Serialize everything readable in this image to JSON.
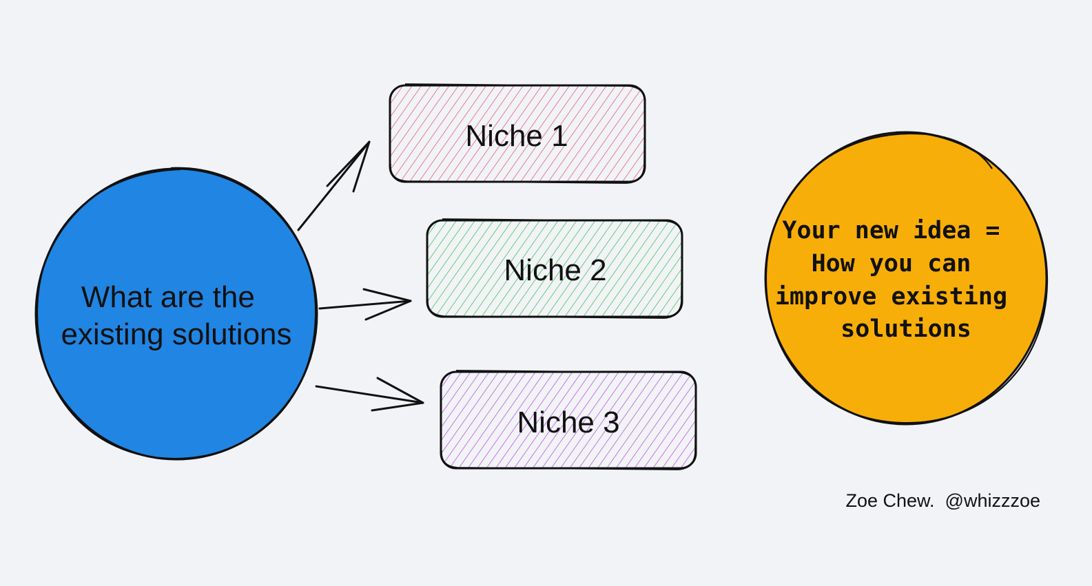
{
  "source_node": {
    "lines": [
      "What are the",
      "existing solutions"
    ],
    "fill": "#2185e3"
  },
  "niches": [
    {
      "label": "Niche 1",
      "color": "#e0607d"
    },
    {
      "label": "Niche 2",
      "color": "#45c15b"
    },
    {
      "label": "Niche 3",
      "color": "#bb55e0"
    }
  ],
  "result_node": {
    "lines": [
      "Your new idea =",
      "How you can",
      "improve existing",
      "solutions"
    ],
    "fill": "#f8ae08"
  },
  "credit": "Zoe Chew.  @whizzzoe",
  "colors": {
    "background": "#f1f3f6",
    "stroke": "#111111"
  }
}
